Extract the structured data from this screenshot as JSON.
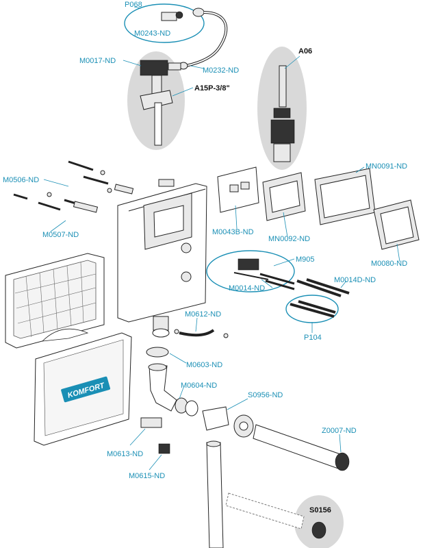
{
  "labels": {
    "p068": "P068",
    "m0243": "M0243-ND",
    "m0017": "M0017-ND",
    "m0232": "M0232-ND",
    "a06": "A06",
    "a15p": "A15P-3/8\"",
    "m0506": "M0506-ND",
    "m0507": "M0507-ND",
    "m0043b": "M0043B-ND",
    "mn0092": "MN0092-ND",
    "mn0091": "MN0091-ND",
    "m0080": "M0080-ND",
    "m905": "M905",
    "m0014": "M0014-ND",
    "m0014d": "M0014D-ND",
    "p104": "P104",
    "m0612": "M0612-ND",
    "m0603": "M0603-ND",
    "m0604": "M0604-ND",
    "s0956": "S0956-ND",
    "z0007": "Z0007-ND",
    "m0613": "M0613-ND",
    "m0615": "M0615-ND",
    "s0156": "S0156"
  },
  "brand": "KOMFORT",
  "colors": {
    "label": "#1a8fb5",
    "bold_label": "#111111",
    "line": "#222222",
    "highlight": "#d9d9d9"
  }
}
